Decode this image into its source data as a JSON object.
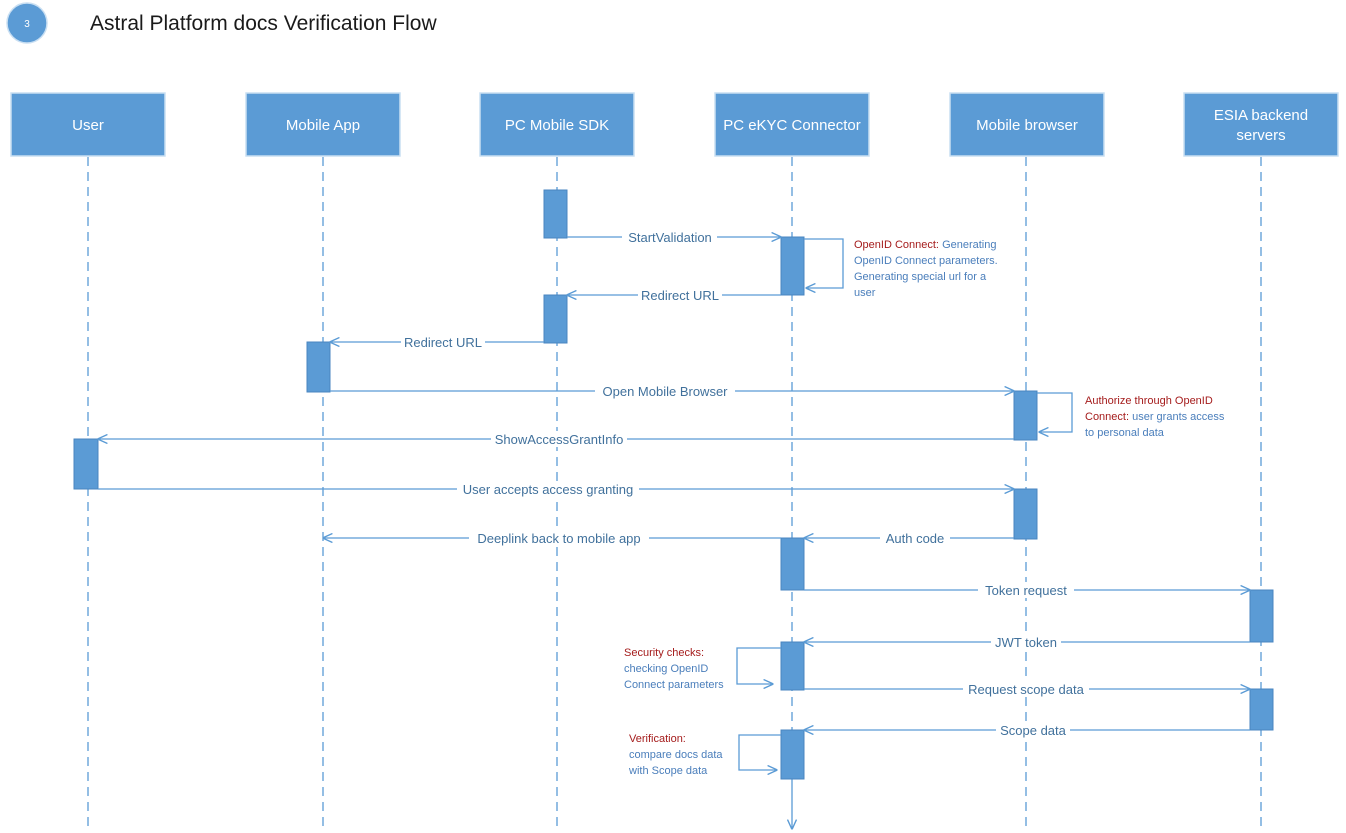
{
  "title": "Astral Platform docs Verification Flow",
  "step_number": "3",
  "colors": {
    "accent": "#5b9bd5",
    "label": "#41719c",
    "note_key": "#a51c1c",
    "note_text": "#4a7ebb"
  },
  "actors": [
    {
      "id": "user",
      "lines": [
        "User"
      ]
    },
    {
      "id": "mobile-app",
      "lines": [
        "Mobile App"
      ]
    },
    {
      "id": "pc-mobile-sdk",
      "lines": [
        "PC Mobile SDK"
      ]
    },
    {
      "id": "pc-ekyc-connector",
      "lines": [
        "PC eKYC Connector"
      ]
    },
    {
      "id": "mobile-browser",
      "lines": [
        "Mobile browser"
      ]
    },
    {
      "id": "esia-backend",
      "lines": [
        "ESIA backend",
        "servers"
      ]
    }
  ],
  "messages": [
    {
      "from": "pc-mobile-sdk",
      "to": "pc-ekyc-connector",
      "label": "StartValidation"
    },
    {
      "from": "pc-ekyc-connector",
      "to": "pc-mobile-sdk",
      "label": "Redirect URL"
    },
    {
      "from": "pc-mobile-sdk",
      "to": "mobile-app",
      "label": "Redirect URL"
    },
    {
      "from": "mobile-app",
      "to": "mobile-browser",
      "label": "Open Mobile Browser"
    },
    {
      "from": "mobile-browser",
      "to": "user",
      "label": "ShowAccessGrantInfo"
    },
    {
      "from": "user",
      "to": "mobile-browser",
      "label": "User accepts access granting"
    },
    {
      "from": "pc-ekyc-connector",
      "to": "mobile-app",
      "label": "Deeplink back to mobile app"
    },
    {
      "from": "mobile-browser",
      "to": "pc-ekyc-connector",
      "label": "Auth code"
    },
    {
      "from": "pc-ekyc-connector",
      "to": "esia-backend",
      "label": "Token request"
    },
    {
      "from": "esia-backend",
      "to": "pc-ekyc-connector",
      "label": "JWT token"
    },
    {
      "from": "pc-ekyc-connector",
      "to": "esia-backend",
      "label": "Request scope data"
    },
    {
      "from": "esia-backend",
      "to": "pc-ekyc-connector",
      "label": "Scope data"
    }
  ],
  "notes": [
    {
      "id": "openid-params",
      "lines": [
        [
          {
            "k": true,
            "t": "OpenID Connect: "
          },
          {
            "k": false,
            "t": "Generating"
          }
        ],
        [
          {
            "k": false,
            "t": "OpenID Connect parameters."
          }
        ],
        [
          {
            "k": false,
            "t": "Generating special url for a"
          }
        ],
        [
          {
            "k": false,
            "t": "user"
          }
        ]
      ]
    },
    {
      "id": "authorize",
      "lines": [
        [
          {
            "k": true,
            "t": "Authorize through OpenID"
          }
        ],
        [
          {
            "k": true,
            "t": "Connect: "
          },
          {
            "k": false,
            "t": "user grants access"
          }
        ],
        [
          {
            "k": false,
            "t": "to personal data"
          }
        ]
      ]
    },
    {
      "id": "security",
      "lines": [
        [
          {
            "k": true,
            "t": "Security checks:"
          }
        ],
        [
          {
            "k": false,
            "t": "checking OpenID"
          }
        ],
        [
          {
            "k": false,
            "t": "Connect parameters"
          }
        ]
      ]
    },
    {
      "id": "verification",
      "lines": [
        [
          {
            "k": true,
            "t": "Verification:"
          }
        ],
        [
          {
            "k": false,
            "t": "compare docs data"
          }
        ],
        [
          {
            "k": false,
            "t": "with Scope data"
          }
        ]
      ]
    }
  ]
}
